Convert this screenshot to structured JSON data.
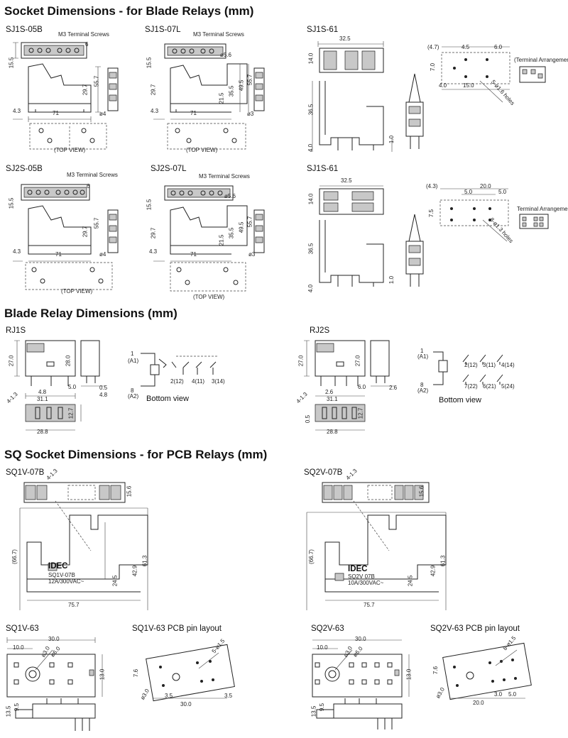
{
  "sections": {
    "socket_blade": "Socket Dimensions - for Blade Relays (mm)",
    "blade_relay": "Blade Relay Dimensions (mm)",
    "sq_socket": "SQ Socket Dimensions - for PCB Relays (mm)"
  },
  "models": {
    "sj1s05b": "SJ1S-05B",
    "sj1s07l": "SJ1S-07L",
    "sj1s61a": "SJ1S-61",
    "sj2s05b": "SJ2S-05B",
    "sj2s07l": "SJ2S-07L",
    "sj1s61b": "SJ1S-61",
    "rj1s": "RJ1S",
    "rj2s": "RJ2S",
    "sq1v07b": "SQ1V-07B",
    "sq2v07b": "SQ2V-07B",
    "sq1v63": "SQ1V-63",
    "sq1v63pcb": "SQ1V-63 PCB pin layout",
    "sq2v63": "SQ2V-63",
    "sq2v63pcb": "SQ2V-63 PCB pin layout"
  },
  "annotations": {
    "m3_screws": "M3 Terminal Screws",
    "top_view": "(TOP VIEW)",
    "terminal_arrangement_paren": "(Terminal Arrangement)",
    "terminal_arrangement": "Terminal Arrangement",
    "bottom_view": "Bottom view",
    "holes_5": "5-ø1.6 holes",
    "holes_8": "8-ø1.3 holes",
    "brand": "IDEC",
    "sq1v_marking": "SQ1V-07B 12A/300VAC~",
    "sq2v_marking": "SQ2V 07B 10A/300VAC~"
  },
  "dims": {
    "d15_5": "15.5",
    "d4_3": "4.3",
    "d71": "71",
    "d29_7": "29.7",
    "d55_7": "55.7",
    "d21_5": "21.5",
    "d35_5": "35.5",
    "d49_5": "49.5",
    "phi4": "ø4",
    "phi3": "ø3",
    "phi5_6": "ø5.6",
    "d6": "6",
    "d32_5": "32.5",
    "d14_0": "14.0",
    "d36_5": "36.5",
    "d4_0": "4.0",
    "d1_0": "1.0",
    "d4_7": "(4.7)",
    "d4_5": "4.5",
    "d6_0": "6.0",
    "d7_0": "7.0",
    "d4_0b": "4.0",
    "d15_0": "15.0",
    "d4_3p": "(4.3)",
    "d20_0": "20.0",
    "d5_0": "5.0",
    "d7_5": "7.5",
    "d27_0": "27.0",
    "d28_0": "28.0",
    "d4_8": "4.8",
    "d5_0b": "5.0",
    "d0_5": "0.5",
    "d31_1": "31.1",
    "d12_7": "12.7",
    "d28_8": "28.8",
    "d2_6": "2.6",
    "d6_0b": "6.0",
    "d1_3": "4-1.3",
    "d75_7": "75.7",
    "d66_7": "(66.7)",
    "d61_3": "61.3",
    "d42_9": "42.9",
    "d24_5": "24.5",
    "d15_6": "15.6",
    "d10_0": "10.0",
    "d30_0": "30.0",
    "d13_0": "13.0",
    "phi6_0": "ø6.0",
    "phi3_0": "ø3.0",
    "d9_5": "9.5",
    "d13_5": "13.5",
    "d7_6": "7.6",
    "d3_5": "3.5",
    "d8_15": "8-ø1.5",
    "d5_15": "5-ø1.5",
    "d3_0": "3.0"
  },
  "rj1s_pins": {
    "a1": "1",
    "a1b": "(A1)",
    "a2": "8",
    "a2b": "(A2)",
    "p2": "2(12)",
    "p4": "4(11)",
    "p3": "3(14)"
  },
  "rj2s_pins": {
    "a1": "1",
    "a1b": "(A1)",
    "a2": "8",
    "a2b": "(A2)",
    "p2": "2(12)",
    "p3": "3(11)",
    "p4": "4(14)",
    "p7": "7(22)",
    "p6": "6(21)",
    "p5": "5(24)"
  }
}
